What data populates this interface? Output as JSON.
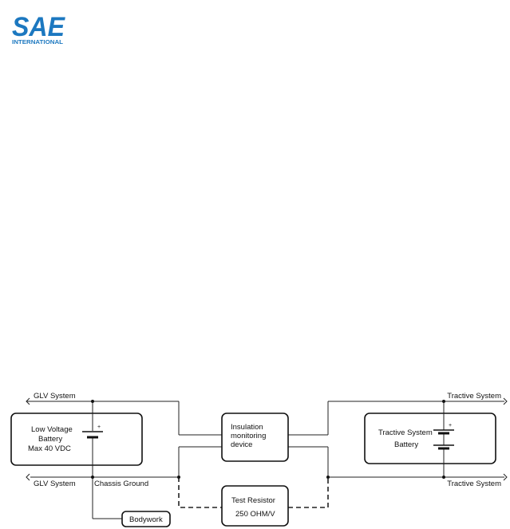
{
  "logo": {
    "text": "SAE",
    "subtext": "INTERNATIONAL",
    "color": "#1c78c0"
  },
  "labels": {
    "glv_system_top": "GLV System",
    "glv_system_bottom": "GLV System",
    "tractive_system_top": "Tractive System",
    "tractive_system_bottom": "Tractive System",
    "chassis_ground": "Chassis Ground"
  },
  "boxes": {
    "low_voltage_battery": [
      "Low Voltage",
      "Battery",
      "Max 40 VDC"
    ],
    "insulation_monitoring_device": [
      "Insulation",
      "monitoring",
      "device"
    ],
    "tractive_system_battery": [
      "Tractive System",
      "Battery"
    ],
    "test_resistor": [
      "Test Resistor",
      "250 OHM/V"
    ],
    "bodywork": [
      "Bodywork"
    ]
  },
  "polarity": {
    "lv_plus": "+",
    "ts_plus": "+"
  }
}
